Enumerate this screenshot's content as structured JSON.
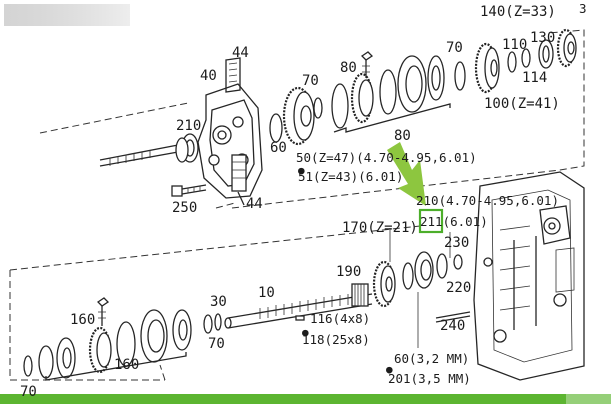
{
  "page_number": "3",
  "labels": {
    "l140": "140(Z=33)",
    "l44a": "44",
    "l40": "40",
    "l80a": "80",
    "l70a": "70",
    "l70b": "70",
    "l110": "110",
    "l130": "130",
    "l114": "114",
    "l100": "100(Z=41)",
    "l80b": "80",
    "l210a": "210",
    "l60a": "60",
    "l50": "50(Z=47)(4.70-4.95,6.01)",
    "l51": "51(Z=43)(6.01)",
    "l250": "250",
    "l44b": "44",
    "l210b": "210(4.70-4.95,6.01)",
    "l211": "211(6.01)",
    "l170": "170(Z=21)",
    "l230": "230",
    "l190": "190",
    "l220": "220",
    "l10": "10",
    "l160a": "160",
    "l30": "30",
    "l116": "116(4x8)",
    "l118": "118(25x8)",
    "l240": "240",
    "l70c": "70",
    "l70d": "70",
    "l160b": "160",
    "l60b": "60(3,2 MM)",
    "l201": "201(3,5 MM)"
  },
  "colors": {
    "arrow": "#8dc63f",
    "highlight": "#4cae2a",
    "bottom_bar": "#5cb531",
    "redaction": "#d4d4d4"
  }
}
